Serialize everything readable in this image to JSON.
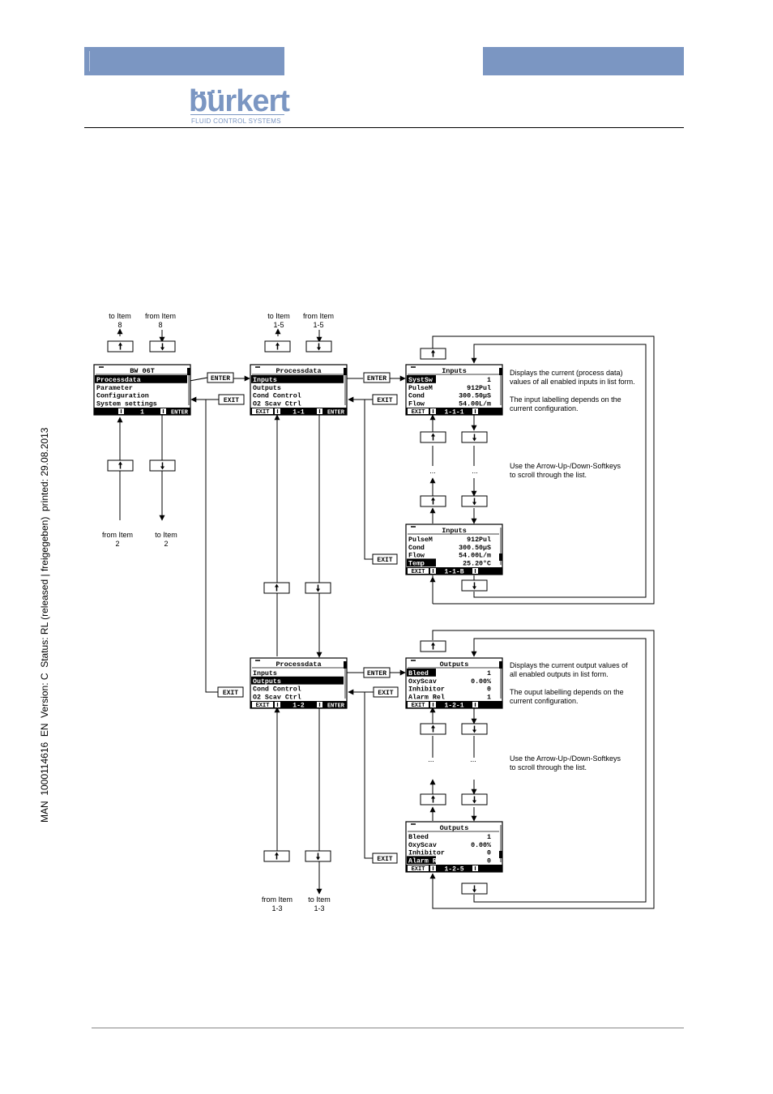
{
  "header": {
    "logo": "bürkert",
    "logo_sub": "FLUID CONTROL SYSTEMS"
  },
  "footer": {
    "side_text": "MAN  1000114616  EN  Version: C  Status: RL (released | freigegeben)  printed: 29.08.2013"
  },
  "nav": {
    "to_item_8": [
      "to Item",
      "8"
    ],
    "from_item_8": [
      "from Item",
      "8"
    ],
    "to_item_15": [
      "to Item",
      "1-5"
    ],
    "from_item_15": [
      "from Item",
      "1-5"
    ],
    "from_item_2": [
      "from Item",
      "2"
    ],
    "to_item_2": [
      "to Item",
      "2"
    ],
    "from_item_13": [
      "from Item",
      "1-3"
    ],
    "to_item_13": [
      "to Item",
      "1-3"
    ],
    "enter": "ENTER",
    "exit": "EXIT",
    "ellipsis": "..."
  },
  "screens": {
    "main": {
      "title": "BW 06T",
      "rows": [
        "Processdata",
        "Parameter",
        "Configuration",
        "System settings"
      ],
      "selected": 0,
      "foot": [
        "",
        "1",
        "ENTER"
      ]
    },
    "proc1": {
      "title": "Processdata",
      "rows": [
        "Inputs",
        "Outputs",
        "Cond Control",
        "O2 Scav Ctrl"
      ],
      "selected": 0,
      "foot": [
        "EXIT",
        "1-1",
        "ENTER"
      ]
    },
    "proc2": {
      "title": "Processdata",
      "rows": [
        "Inputs",
        "Outputs",
        "Cond Control",
        "O2 Scav Ctrl"
      ],
      "selected": 1,
      "foot": [
        "EXIT",
        "1-2",
        "ENTER"
      ]
    },
    "inputs1": {
      "title": "Inputs",
      "rows": [
        [
          "SystSw",
          "1"
        ],
        [
          "PulseM",
          "912Pul"
        ],
        [
          "Cond",
          "300.50µS"
        ],
        [
          "Flow",
          "54.00L/m"
        ]
      ],
      "selected": 0,
      "foot": [
        "EXIT",
        "1-1-1",
        ""
      ]
    },
    "inputs2": {
      "title": "Inputs",
      "rows": [
        [
          "PulseM",
          "912Pul"
        ],
        [
          "Cond",
          "300.50µS"
        ],
        [
          "Flow",
          "54.00L/m"
        ],
        [
          "Temp",
          "25.20°C"
        ]
      ],
      "selected": 3,
      "foot": [
        "EXIT",
        "1-1-B",
        ""
      ]
    },
    "outputs1": {
      "title": "Outputs",
      "rows": [
        [
          "Bleed",
          "1"
        ],
        [
          "OxyScav",
          "0.00%"
        ],
        [
          "Inhibitor",
          "0"
        ],
        [
          "Alarm Rel",
          "1"
        ]
      ],
      "selected": 0,
      "foot": [
        "EXIT",
        "1-2-1",
        ""
      ]
    },
    "outputs2": {
      "title": "Outputs",
      "rows": [
        [
          "Bleed",
          "1"
        ],
        [
          "OxyScav",
          "0.00%"
        ],
        [
          "Inhibitor",
          "0"
        ],
        [
          "Alarm Rel",
          "0"
        ]
      ],
      "selected": 3,
      "foot": [
        "EXIT",
        "1-2-5",
        ""
      ]
    }
  },
  "notes": {
    "inputs_1": [
      "Displays the current (process data)",
      "values of all enabled inputs in list form."
    ],
    "inputs_2": [
      "The input labelling depends on the",
      "current configuration."
    ],
    "inputs_3": [
      "Use the Arrow-Up-/Down-Softkeys",
      "to scroll through the list."
    ],
    "outputs_1": [
      "Displays the current output values of",
      "all enabled outputs in list form."
    ],
    "outputs_2": [
      "The ouput labelling depends on the",
      "current configuration."
    ],
    "outputs_3": [
      "Use the Arrow-Up-/Down-Softkeys",
      "to scroll through the list."
    ]
  }
}
